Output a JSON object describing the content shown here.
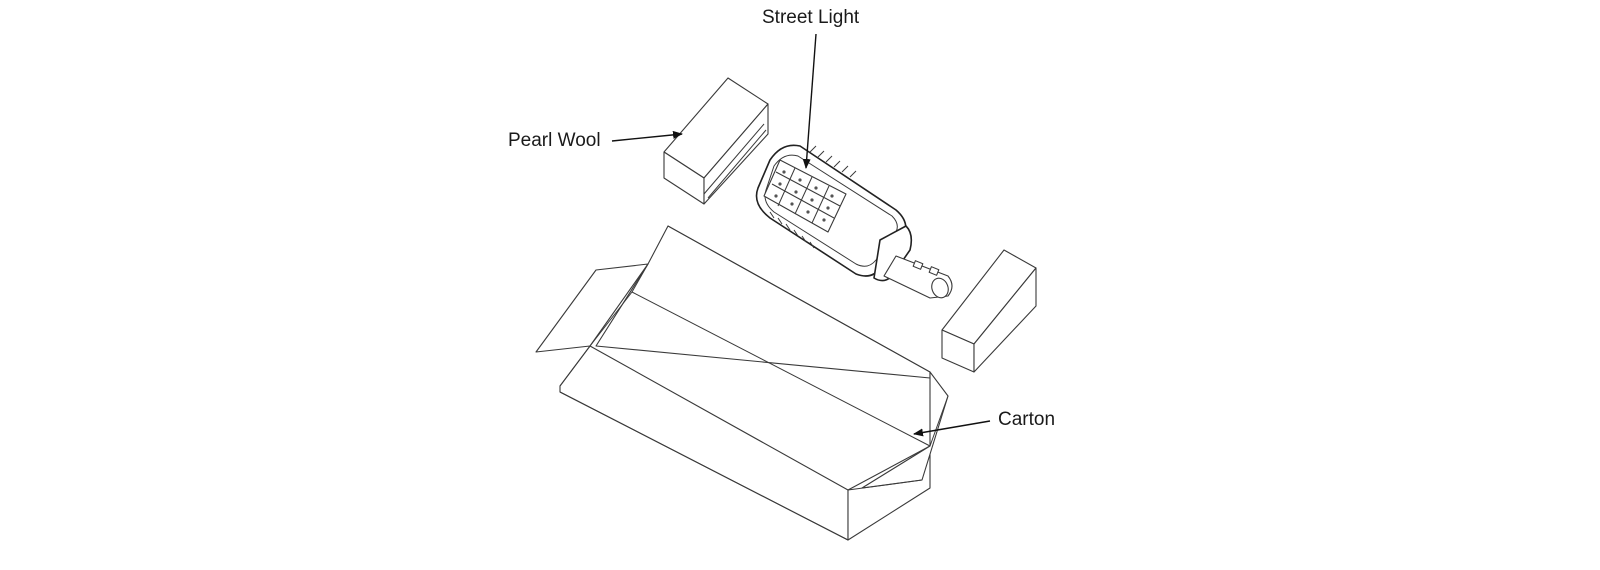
{
  "labels": {
    "street_light": "Street Light",
    "pearl_wool": "Pearl Wool",
    "carton": "Carton"
  },
  "colors": {
    "line": "#3a3a3a",
    "text": "#1a1a1a",
    "background": "#ffffff"
  }
}
